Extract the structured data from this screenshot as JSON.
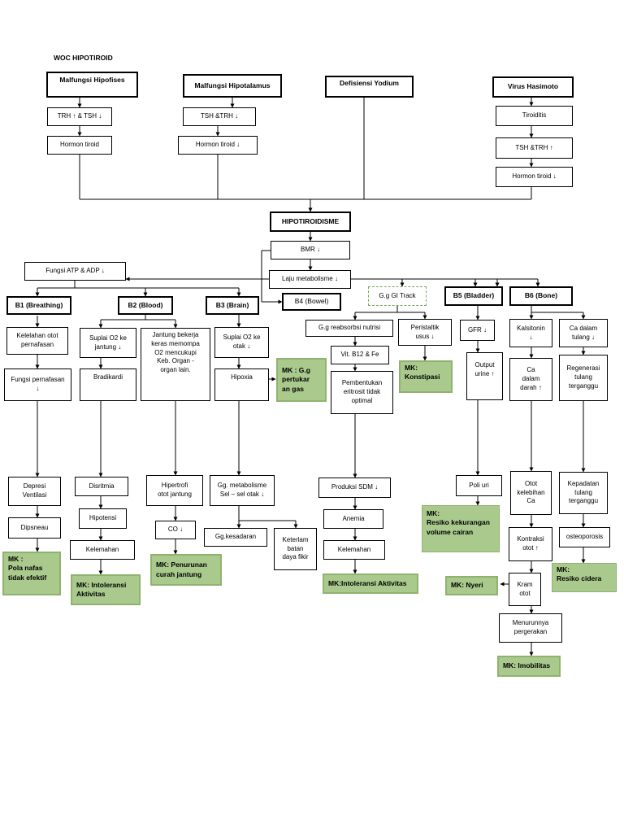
{
  "title": "WOC HIPOTIROID",
  "causes": {
    "hipofises": "Malfungsi Hipofises",
    "hipotalamus": "Malfungsi Hipotalamus",
    "yodium": "Defisiensi Yodium",
    "hasimoto": "Virus Hasimoto"
  },
  "boxes": {
    "trh_tsh": "TRH ↑ & TSH ↓",
    "hormon_1": "Hormon tiroid",
    "tsh_trh_down": "TSH &TRH ↓",
    "hormon_2": "Hormon tiroid ↓",
    "tiroiditis": "Tiroiditis",
    "tsh_trh_up": "TSH &TRH ↑",
    "hormon_3": "Hormon tiroid ↓",
    "hipotiroidisme": "HIPOTIROIDISME",
    "bmr": "BMR ↓",
    "fungsi_atp": "Fungsi ATP & ADP ↓",
    "laju": "Laju metabolisme ↓",
    "b4": "B4 (Bowel)",
    "ggi": "G.g GI Track",
    "b1": "B1 (Breathing)",
    "b2": "B2 (Blood)",
    "b3": "B3 (Brain)",
    "b5": "B5 (Bladder)",
    "b6": "B6 (Bone)",
    "kelelahan_otot": [
      "Kelelahan otot",
      "pernafasan"
    ],
    "fungsi_pernafasan": [
      "Fungsi pernafasan",
      "↓"
    ],
    "suplai_jantung": [
      "Suplai O2 ke",
      "jantung  ↓"
    ],
    "bradikardi": "Bradikardi",
    "jantung_bekerja": [
      "Jantung bekerja",
      "keras memompa",
      "O2 mencukupi",
      "Keb. Organ -",
      "organ lain."
    ],
    "suplai_otak": [
      "Suplai O2 ke",
      "otak ↓"
    ],
    "hipoxia": "Hipoxia",
    "gg_reabsorbsi": "G.g reabsorbsi nutrisi",
    "vit_b12": "Vit. B12 & Fe",
    "pembentukan": [
      "Pembentukan",
      "eritrosit tidak",
      "optimal"
    ],
    "peristaltik": [
      "Peristaltik",
      "usus ↓"
    ],
    "gfr": "GFR ↓",
    "output_urine": [
      "Output",
      "urine ↑"
    ],
    "kalsitonin": [
      "Kalsitonin",
      "↓"
    ],
    "ca_darah": [
      "Ca",
      "dalam",
      "darah ↑"
    ],
    "ca_tulang": [
      "Ca  dalam",
      "tulang ↓"
    ],
    "regenerasi": [
      "Regenerasi",
      "tulang",
      "terganggu"
    ],
    "depresi": [
      "Depresi",
      "Ventilasi"
    ],
    "dipsneau": "Dipsneau",
    "disritmia": "Disritmia",
    "hipotensi": "Hipotensi",
    "kelemahan_1": "Kelemahan",
    "hipertrofi": [
      "Hipertrofi",
      "otot jantung"
    ],
    "co": "CO ↓",
    "gg_metabolisme": [
      "Gg. metabolisme",
      "Sel – sel otak ↓"
    ],
    "gg_kesadaran": "Gg.kesadaran",
    "keterlambatan": [
      "Keterlam",
      "batan",
      "daya fikir"
    ],
    "produksi_sdm": "Produksi SDM ↓",
    "anemia": "Anemia",
    "kelemahan_2": "Kelemahan",
    "poli_uri": "Poli uri",
    "otot_kelebihan": [
      "Otot",
      "kelebihan",
      "Ca"
    ],
    "kontraksi": [
      "Kontraksi",
      "otot ↑"
    ],
    "kram": [
      "Kram",
      "otot"
    ],
    "menurunnya": [
      "Menurunnya",
      "pergerakan"
    ],
    "kepadatan": [
      "Kepadatan",
      "tulang",
      "terganggu"
    ],
    "osteoporosis": "osteoporosis"
  },
  "mk": {
    "pertukaran_gas": [
      "MK  :  G.g",
      "pertukar",
      "an gas"
    ],
    "konstipasi": [
      "MK:",
      "Konstipasi"
    ],
    "pola_nafas": [
      "MK :",
      "Pola     nafas",
      "tidak efektif"
    ],
    "intoleransi_1": [
      "MK:  Intoleransi",
      "Aktivitas"
    ],
    "penurunan_curah": [
      "MK:  Penurunan",
      "curah jantung"
    ],
    "intoleransi_2": "MK:Intoleransi Aktivitas",
    "kekurangan_cairan": [
      "MK:",
      "Resiko  kekurangan",
      "volume cairan"
    ],
    "nyeri": "MK: Nyeri",
    "imobilitas": "MK: Imobilitas",
    "resiko_cidera": [
      "MK:",
      "Resiko cidera"
    ]
  }
}
